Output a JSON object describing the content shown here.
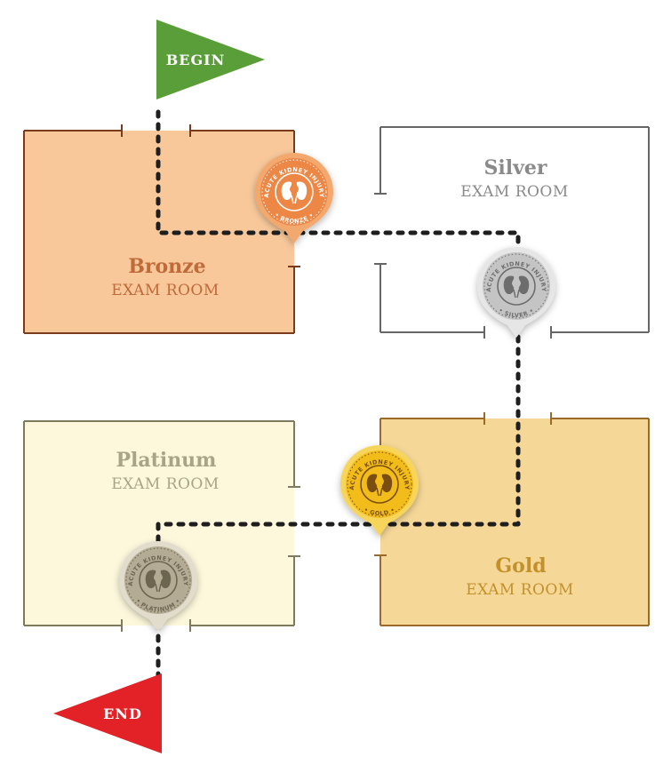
{
  "flags": {
    "begin": {
      "label": "BEGIN",
      "color": "#5a9e3a"
    },
    "end": {
      "label": "END",
      "color": "#e32228"
    }
  },
  "rooms": {
    "bronze": {
      "title": "Bronze",
      "subtitle": "EXAM ROOM",
      "fill": "#f8c89a",
      "stroke": "#7a3a1c",
      "title_color": "#c06a3a",
      "sub_color": "#c06a3a"
    },
    "silver": {
      "title": "Silver",
      "subtitle": "EXAM ROOM",
      "fill": "#ffffff",
      "stroke": "#666666",
      "title_color": "#8a8a8a",
      "sub_color": "#8a8a8a"
    },
    "platinum": {
      "title": "Platinum",
      "subtitle": "EXAM ROOM",
      "fill": "#fdf8dc",
      "stroke": "#7d7a5e",
      "title_color": "#a8a488",
      "sub_color": "#a8a488"
    },
    "gold": {
      "title": "Gold",
      "subtitle": "EXAM ROOM",
      "fill": "#f5d898",
      "stroke": "#9a6a2a",
      "title_color": "#c4902a",
      "sub_color": "#c4902a"
    }
  },
  "badges": {
    "ring_text": "ACUTE KIDNEY INJURY",
    "bronze": {
      "level": "BRONZE",
      "outer": "#f3a86e",
      "inner": "#ec8746",
      "text": "#ffffff",
      "icon": "kidney-icon"
    },
    "silver": {
      "level": "SILVER",
      "outer": "#e6e6e6",
      "inner": "#c4c4c4",
      "text": "#6d6d6d",
      "icon": "kidney-icon"
    },
    "gold": {
      "level": "GOLD",
      "outer": "#f7d55a",
      "inner": "#f2bc1a",
      "text": "#7a4e10",
      "icon": "kidney-icon"
    },
    "platinum": {
      "level": "PLATINUM",
      "outer": "#e2dccc",
      "inner": "#b3ab94",
      "text": "#6c6550",
      "icon": "kidney-icon"
    }
  },
  "path": {
    "color": "#1e1e1e",
    "style": "dotted"
  }
}
